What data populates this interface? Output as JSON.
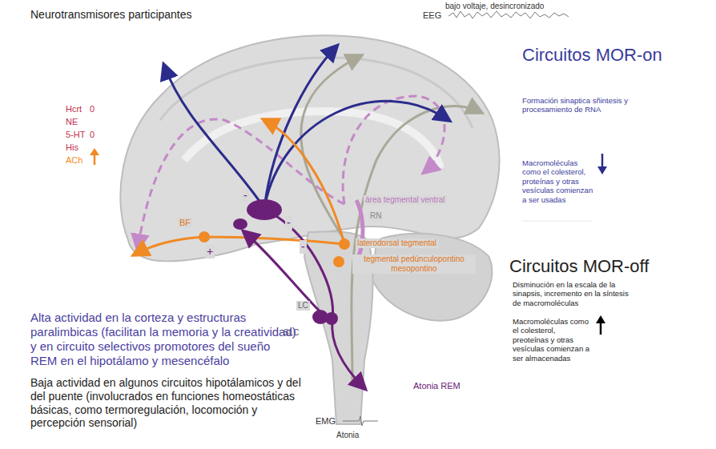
{
  "diagram": {
    "labels": [
      "Neurotransmisores participantes",
      "bajo voltaje, desincronizado",
      "EEG",
      "Hcrt",
      "0",
      "NE",
      "5-HT",
      "0",
      "His",
      "ACh",
      "Circuitos MOR-on",
      "Formación sinaptica sñintesis y procesamiento de RNA",
      "Macromoléculas como el colesterol, proteínas y otras vesículas comienzan a ser usadas",
      "Circuitos MOR-off",
      "Disminución en la escala de la sinapsis, incremento en la síntesis de macromoléculas",
      "Macromoléculas como el colesterol, preoteínas y otras vesículas comienzan a ser almacenadas",
      "BF",
      "área tegmental ventral",
      "RN",
      "laterodorsal tegmental",
      "tegmental pedúnculopontino mesopontino",
      "LC",
      "SLC",
      "+",
      "-",
      "-",
      "-",
      "Alta actividad en la corteza y estructuras paralimbicas (facilitan la memoria y la creatividad) y en circuito selectivos promotores del sueño REM en el hipotálamo y mesencéfalo",
      "Baja actividad en algunos circuitos hipotálamicos y del del puente (involucrados en funciones homeostáticas básicas, como termoregulación, locomoción y percepción sensorial)",
      "Atonia REM",
      "EMG",
      "Atonia"
    ]
  }
}
